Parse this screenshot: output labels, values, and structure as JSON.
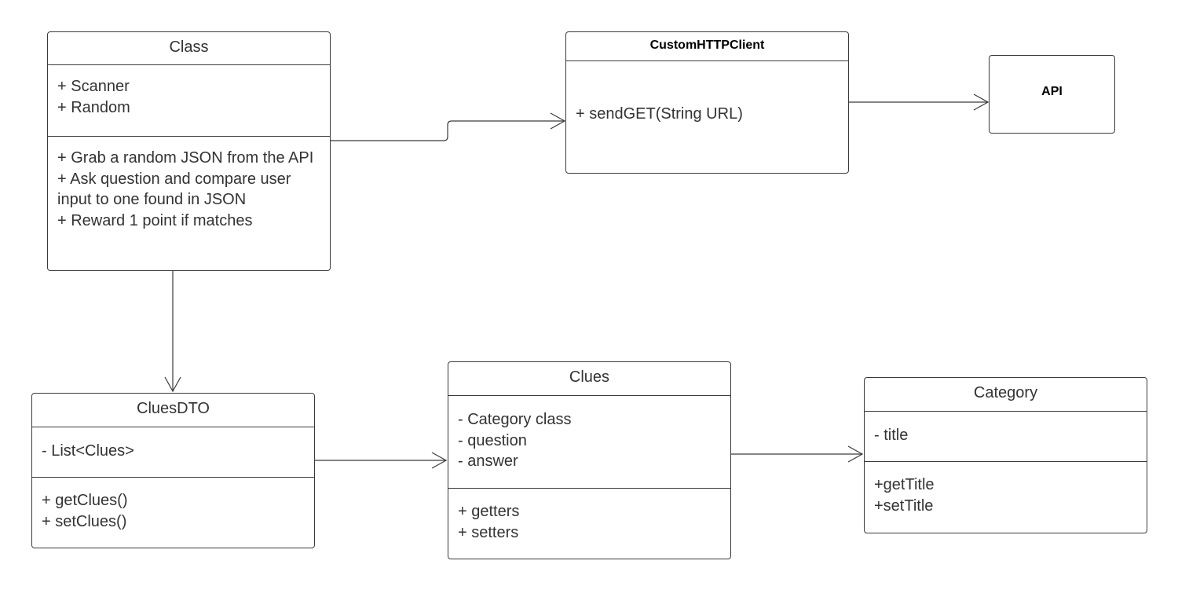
{
  "class_box": {
    "title": "Class",
    "attributes": [
      "+ Scanner",
      "+ Random"
    ],
    "methods": [
      "+ Grab a random JSON from the API",
      "+ Ask question and compare user input to one found in JSON",
      "+ Reward 1 point if matches"
    ]
  },
  "http_client_box": {
    "title": "CustomHTTPClient",
    "methods": [
      "+ sendGET(String URL)"
    ]
  },
  "api_box": {
    "label": "API"
  },
  "clues_dto_box": {
    "title": "CluesDTO",
    "attributes": [
      "- List<Clues>"
    ],
    "methods": [
      "+ getClues()",
      "+ setClues()"
    ]
  },
  "clues_box": {
    "title": "Clues",
    "attributes": [
      "- Category class",
      "- question",
      "- answer"
    ],
    "methods": [
      "+ getters",
      "+ setters"
    ]
  },
  "category_box": {
    "title": "Category",
    "attributes": [
      "- title"
    ],
    "methods": [
      "+getTitle",
      "+setTitle"
    ]
  },
  "colors": {
    "line": "#3a3a3a",
    "text": "#333333"
  }
}
